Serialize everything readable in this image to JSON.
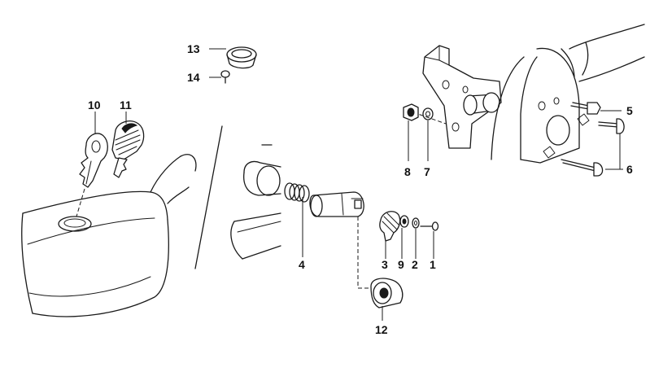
{
  "callouts": [
    {
      "id": "p1",
      "label": "1"
    },
    {
      "id": "p2",
      "label": "2"
    },
    {
      "id": "p3",
      "label": "3"
    },
    {
      "id": "p4",
      "label": "4"
    },
    {
      "id": "p5",
      "label": "5"
    },
    {
      "id": "p6",
      "label": "6"
    },
    {
      "id": "p7",
      "label": "7"
    },
    {
      "id": "p8",
      "label": "8"
    },
    {
      "id": "p9",
      "label": "9"
    },
    {
      "id": "p10",
      "label": "10"
    },
    {
      "id": "p11",
      "label": "11"
    },
    {
      "id": "p12",
      "label": "12"
    },
    {
      "id": "p13",
      "label": "13"
    },
    {
      "id": "p14",
      "label": "14"
    }
  ],
  "colors": {
    "line": "#1a1a1a",
    "background": "#ffffff"
  }
}
